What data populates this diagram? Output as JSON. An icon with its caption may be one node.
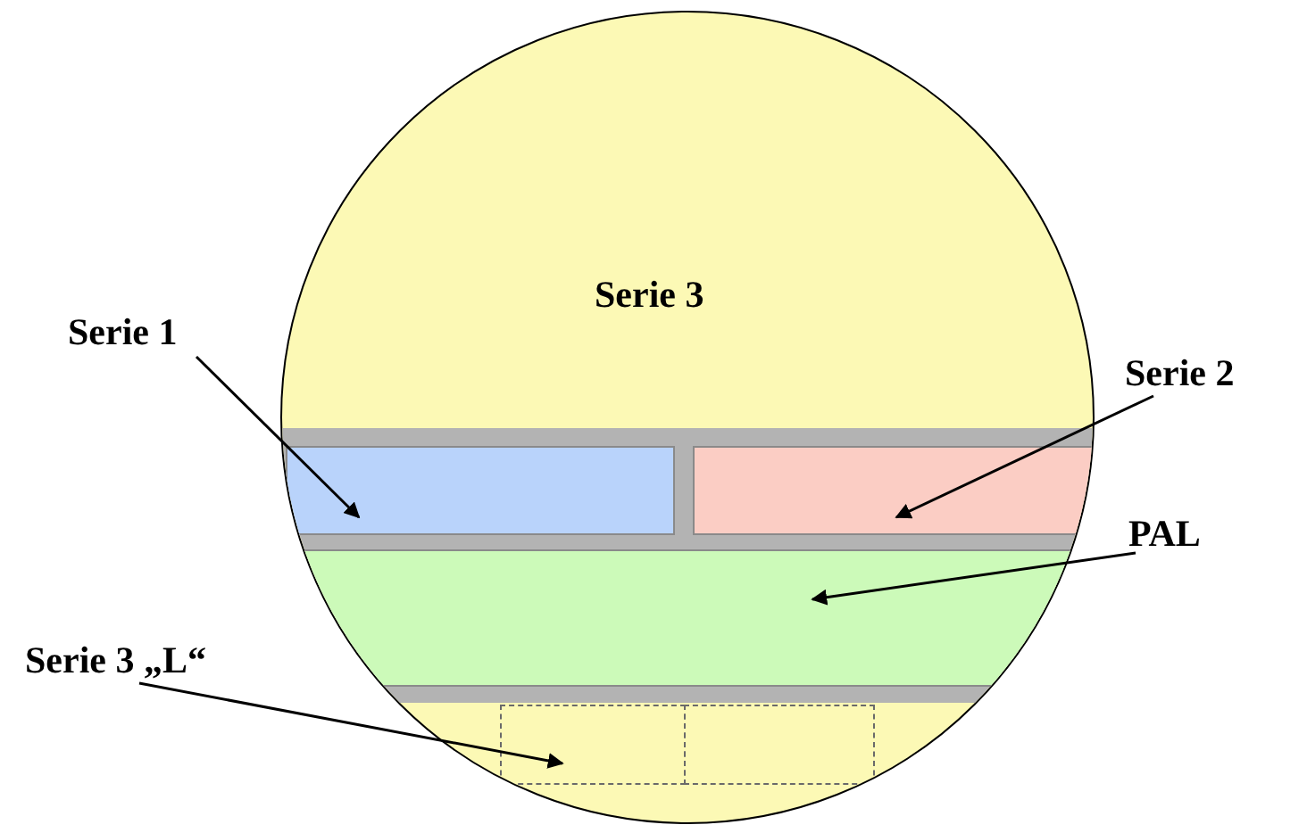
{
  "diagram": {
    "nodes": [
      {
        "text": [
          "Serie 3"
        ]
      },
      {
        "text": [
          "Serie 1"
        ]
      },
      {
        "text": [],
        "shape": "box",
        "in": 0
      },
      {
        "text": [
          "Serie 2"
        ]
      },
      {
        "text": [],
        "shape": "box",
        "in": 0
      },
      {
        "text": [
          "PAL"
        ]
      },
      {
        "text": [],
        "shape": "bar",
        "in": 0
      },
      {
        "text": [
          "Serie 3 „L“"
        ]
      },
      {
        "text": [],
        "shape": "box",
        "in": 0
      },
      {
        "text": [],
        "shape": "box",
        "in": 0
      }
    ],
    "edges": [
      {
        "from": 1,
        "to": 2,
        "arrow": "to"
      },
      {
        "from": 3,
        "to": 4,
        "arrow": "to"
      },
      {
        "from": 5,
        "to": 6,
        "arrow": "to"
      },
      {
        "from": 7,
        "to": 8,
        "arrow": "to"
      }
    ]
  }
}
